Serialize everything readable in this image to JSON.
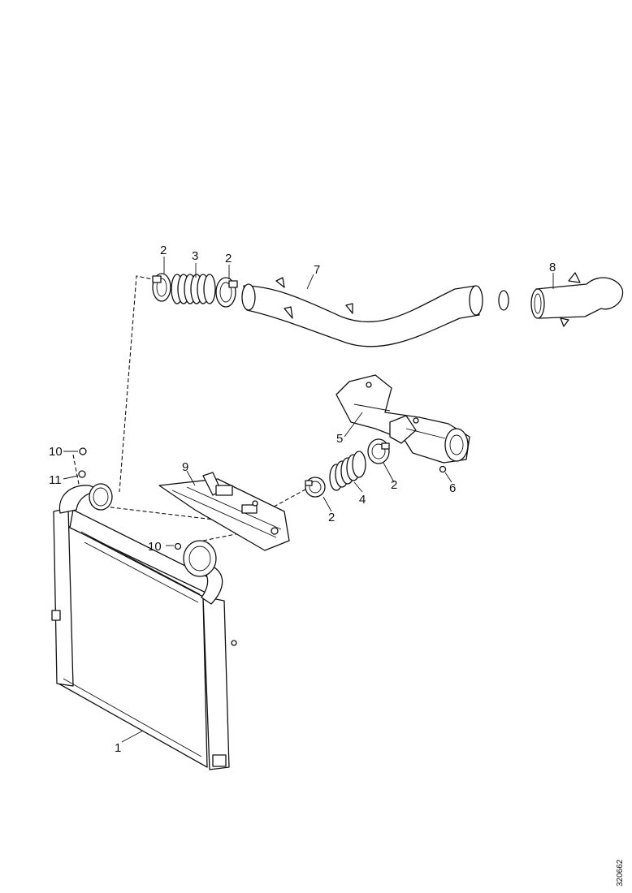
{
  "callouts": {
    "c1": "1",
    "c2a": "2",
    "c3": "3",
    "c2b": "2",
    "c7": "7",
    "c8": "8",
    "c5": "5",
    "c4": "4",
    "c2c": "2",
    "c2d": "2",
    "c6": "6",
    "c9": "9",
    "c10a": "10",
    "c11": "11",
    "c10b": "10"
  },
  "reference_code": "320662",
  "colors": {
    "line": "#111111",
    "background": "#ffffff"
  }
}
